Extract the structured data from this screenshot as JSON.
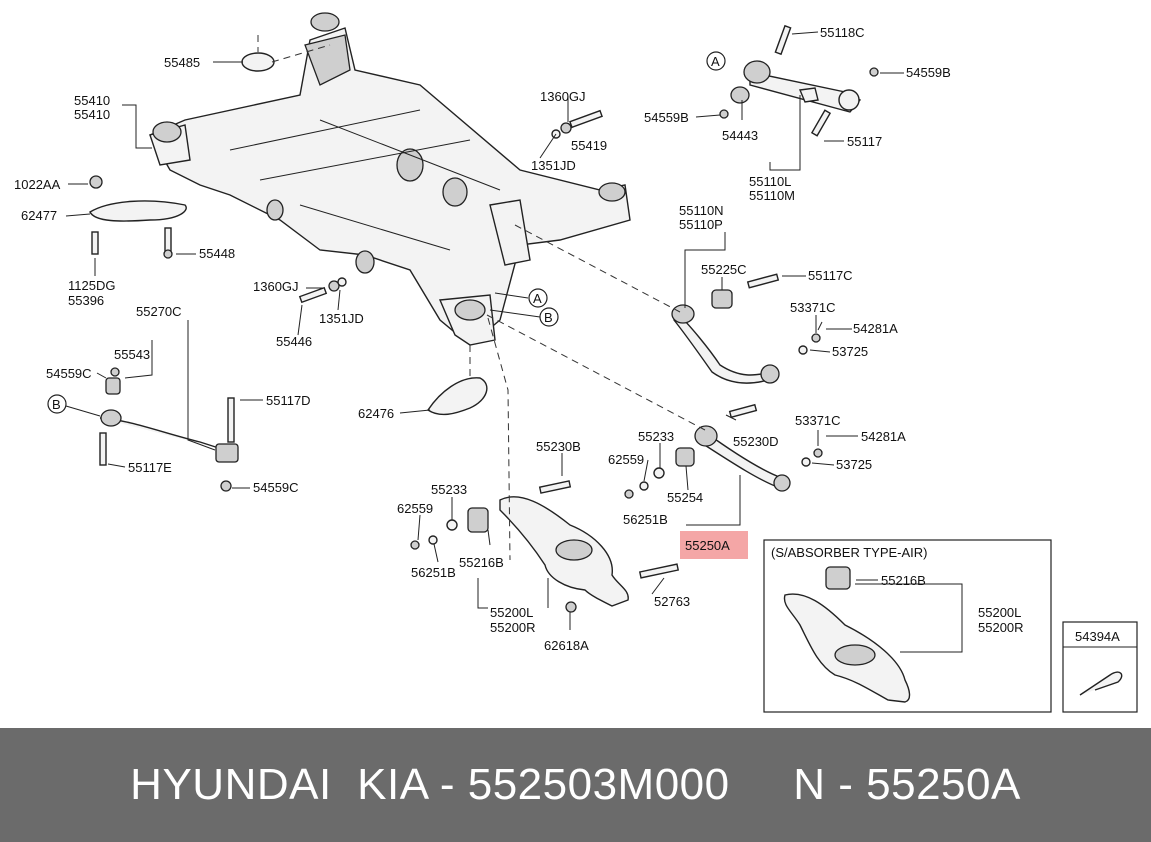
{
  "diagram": {
    "part_labels": {
      "p55485": "55485",
      "p55410a": "55410",
      "p55410b": "55410",
      "p1022AA": "1022AA",
      "p62477": "62477",
      "p55448": "55448",
      "p1125DG": "1125DG",
      "p55396": "55396",
      "p1360GJ_top": "1360GJ",
      "p55419": "55419",
      "p1351JD_top": "1351JD",
      "p1360GJ_mid": "1360GJ",
      "p1351JD_mid": "1351JD",
      "p55446": "55446",
      "p55270C": "55270C",
      "p55543": "55543",
      "p54559C_left": "54559C",
      "p55117D": "55117D",
      "p55117E": "55117E",
      "p54559C_bottom": "54559C",
      "p62476": "62476",
      "p55118C": "55118C",
      "p54559B_right": "54559B",
      "p54559B_left": "54559B",
      "p54443": "54443",
      "p55117": "55117",
      "p55110L": "55110L",
      "p55110M": "55110M",
      "p55110N": "55110N",
      "p55110P": "55110P",
      "p55225C": "55225C",
      "p55117C": "55117C",
      "p53371C_top": "53371C",
      "p54281A_top": "54281A",
      "p53725_top": "53725",
      "p55233_right": "55233",
      "p55230D": "55230D",
      "p62559_right": "62559",
      "p55254": "55254",
      "p56251B_right": "56251B",
      "p53371C_bottom": "53371C",
      "p54281A_bottom": "54281A",
      "p53725_bottom": "53725",
      "p55250A": "55250A",
      "p55230B": "55230B",
      "p55233_left": "55233",
      "p62559_left": "62559",
      "p56251B_left": "56251B",
      "p55216B": "55216B",
      "p52763": "52763",
      "p55200L": "55200L",
      "p55200R": "55200R",
      "p62618A": "62618A",
      "inset_55216B": "55216B",
      "inset_55200L": "55200L",
      "inset_55200R": "55200R",
      "p54394A": "54394A"
    },
    "callouts": {
      "A_top": "A",
      "A_mid": "A",
      "B_mid": "B",
      "B_left": "B"
    },
    "inset_title": "(S/ABSORBER TYPE-AIR)",
    "highlight_color": "#f4a6a6"
  },
  "footer": {
    "text": "HYUNDAI  KIA - 552503M000     N - 55250A",
    "background": "#6b6b6b",
    "color": "#ffffff"
  }
}
